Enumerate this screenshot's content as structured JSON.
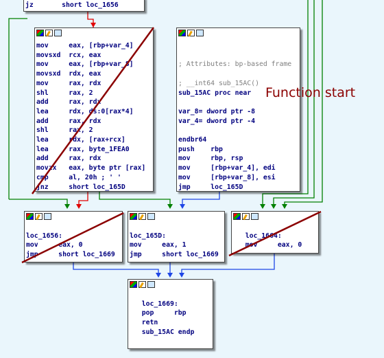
{
  "annotation": "Function start",
  "colors": {
    "true_edge": "#008000",
    "false_edge": "#e00000",
    "jump_edge": "#1e46e6",
    "cross": "#8b0000"
  },
  "top_fragment": {
    "mnemonic": "jz",
    "operand": "short loc_1656"
  },
  "blocks": {
    "math": [
      {
        "m": "mov",
        "o": "eax, [rbp+var_4]"
      },
      {
        "m": "movsxd",
        "o": "rcx, eax"
      },
      {
        "m": "mov",
        "o": "eax, [rbp+var_8]"
      },
      {
        "m": "movsxd",
        "o": "rdx, eax"
      },
      {
        "m": "mov",
        "o": "rax, rdx"
      },
      {
        "m": "shl",
        "o": "rax, 2"
      },
      {
        "m": "add",
        "o": "rax, rdx"
      },
      {
        "m": "lea",
        "o": "rdx, ds:0[rax*4]"
      },
      {
        "m": "add",
        "o": "rax, rdx"
      },
      {
        "m": "shl",
        "o": "rax, 2"
      },
      {
        "m": "lea",
        "o": "rdx, [rax+rcx]"
      },
      {
        "m": "lea",
        "o": "rax, byte_1FEA0"
      },
      {
        "m": "add",
        "o": "rax, rdx"
      },
      {
        "m": "movzx",
        "o": "eax, byte ptr [rax]"
      },
      {
        "m": "cmp",
        "o": "al, 20h ; ' '"
      },
      {
        "m": "jnz",
        "o": "short loc_165D"
      }
    ],
    "entry": [
      "",
      "",
      "; Attributes: bp-based frame",
      "",
      "; __int64 sub_15AC()",
      "sub_15AC proc near",
      "",
      "var_8= dword ptr -8",
      "var_4= dword ptr -4",
      "",
      "endbr64",
      "push    rbp",
      "mov     rbp, rsp",
      "mov     [rbp+var_4], edi",
      "mov     [rbp+var_8], esi",
      "jmp     loc_165D"
    ],
    "loc1656": [
      "",
      "loc_1656:",
      "mov     eax, 0",
      "jmp     short loc_1669"
    ],
    "loc165d": [
      "",
      "loc_165D:",
      "mov     eax, 1",
      "jmp     short loc_1669"
    ],
    "loc1664": [
      "",
      "   loc_1664:",
      "   mov     eax, 0"
    ],
    "loc1669": [
      "",
      "   loc_1669:",
      "   pop     rbp",
      "   retn",
      "   sub_15AC endp"
    ]
  }
}
